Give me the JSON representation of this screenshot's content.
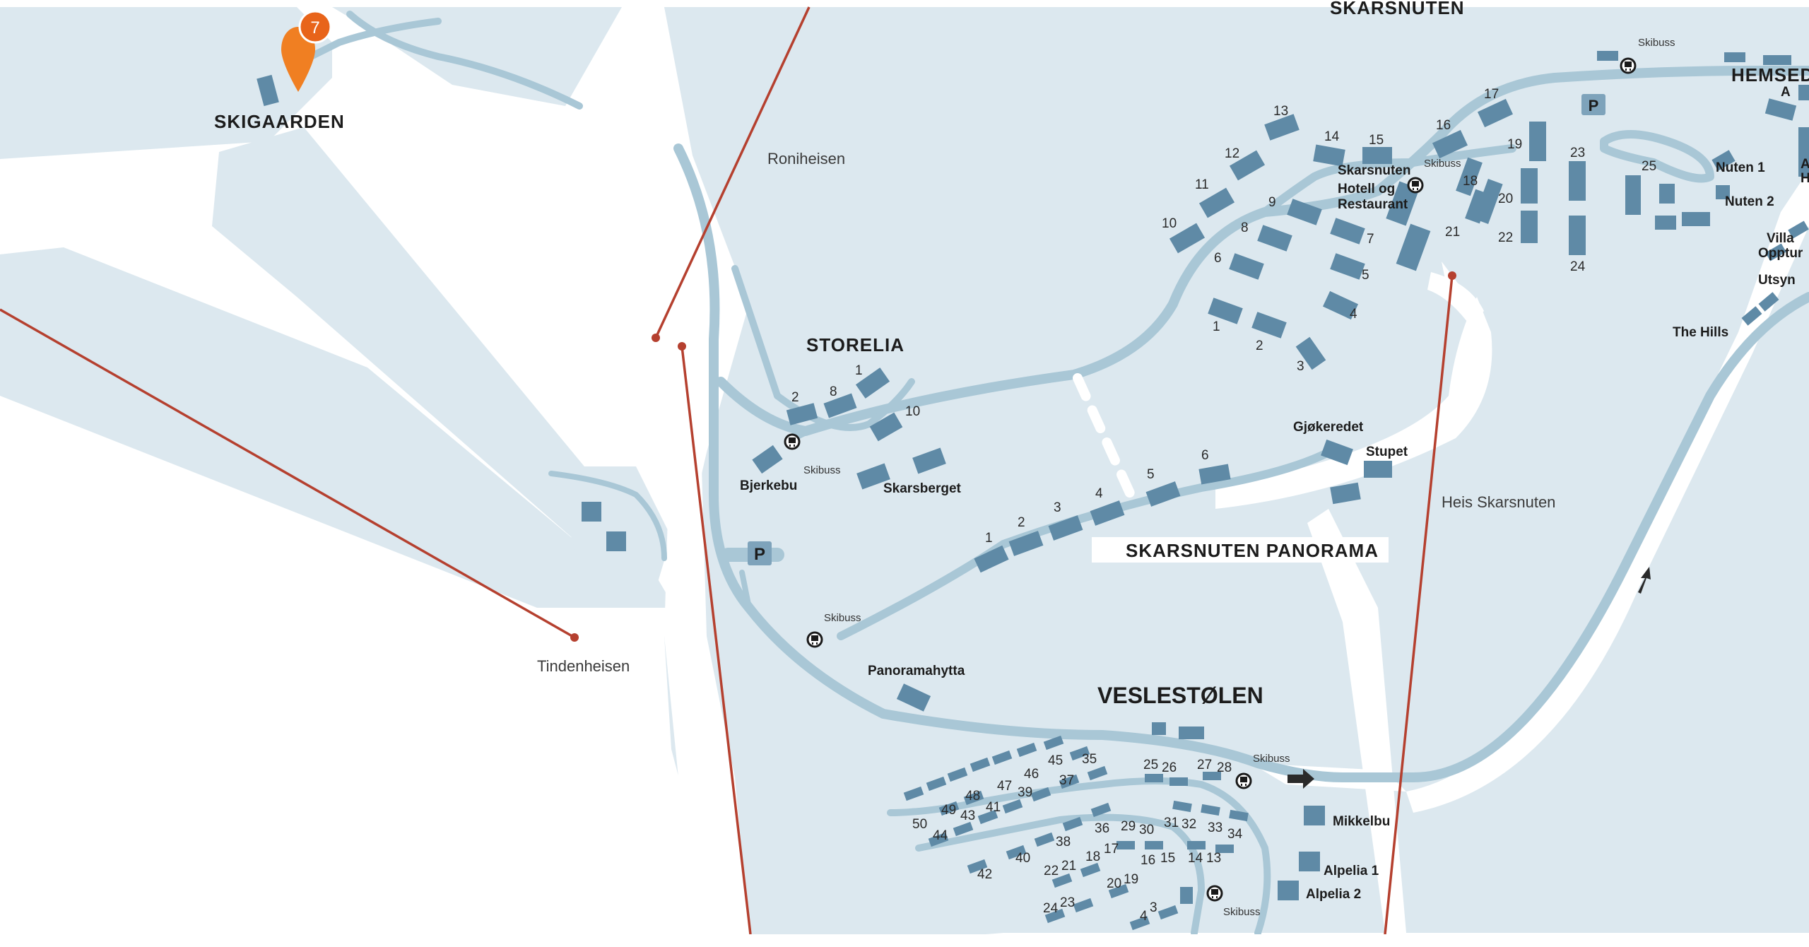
{
  "areas": {
    "skigaarden": "SKIGAARDEN",
    "skarsnuten_top": "SKARSNUTEN",
    "hemsedal": "HEMSED",
    "storelia": "STORELIA",
    "skarsnuten_panorama": "SKARSNUTEN PANORAMA",
    "veslestolen": "VESLESTØLEN"
  },
  "lifts": {
    "roniheisen": "Roniheisen",
    "tindenheisen": "Tindenheisen",
    "heis_skarsnuten": "Heis Skarsnuten"
  },
  "places": {
    "bjerkebu": "Bjerkebu",
    "skarsberget": "Skarsberget",
    "gjokeredet": "Gjøkeredet",
    "stupet": "Stupet",
    "panoramahytta": "Panoramahytta",
    "mikkelbu": "Mikkelbu",
    "alpelia1": "Alpelia 1",
    "alpelia2": "Alpelia 2",
    "nuten1": "Nuten 1",
    "nuten2": "Nuten 2",
    "villa": "Villa",
    "opptur": "Opptur",
    "utsyn": "Utsyn",
    "the_hills": "The Hills",
    "hotel_1": "Skarsnuten",
    "hotel_2": "Hotell og",
    "hotel_3": "Restaurant",
    "edge_a": "A",
    "edge_a2": "A",
    "edge_h": "H"
  },
  "bus": {
    "label": "Skibuss"
  },
  "parking": {
    "label": "P"
  },
  "marker": {
    "number": "7",
    "color": "#f07f22"
  },
  "numbers": {
    "sk_1": "1",
    "sk_2": "2",
    "sk_3": "3",
    "sk_4": "4",
    "sk_5": "5",
    "sk_6": "6",
    "sk_7": "7",
    "sk_8": "8",
    "sk_9": "9",
    "sk_10": "10",
    "sk_11": "11",
    "sk_12": "12",
    "sk_13": "13",
    "sk_14": "14",
    "sk_15": "15",
    "sk_16": "16",
    "sk_17": "17",
    "sk_18": "18",
    "sk_19": "19",
    "sk_20": "20",
    "sk_21": "21",
    "sk_22": "22",
    "sk_23": "23",
    "sk_24": "24",
    "sk_25": "25",
    "st_1": "1",
    "st_2": "2",
    "st_8": "8",
    "st_10": "10",
    "pa_1": "1",
    "pa_2": "2",
    "pa_3": "3",
    "pa_4": "4",
    "pa_5": "5",
    "pa_6": "6",
    "v_45": "45",
    "v_35": "35",
    "v_46": "46",
    "v_47": "47",
    "v_39": "39",
    "v_37": "37",
    "v_48": "48",
    "v_49": "49",
    "v_43": "43",
    "v_41": "41",
    "v_50": "50",
    "v_44": "44",
    "v_38": "38",
    "v_36": "36",
    "v_29": "29",
    "v_30": "30",
    "v_31": "31",
    "v_32": "32",
    "v_33": "33",
    "v_34": "34",
    "v_40": "40",
    "v_42": "42",
    "v_22": "22",
    "v_21": "21",
    "v_18": "18",
    "v_17": "17",
    "v_16": "16",
    "v_15": "15",
    "v_14": "14",
    "v_13": "13",
    "v_20": "20",
    "v_19": "19",
    "v_24": "24",
    "v_23": "23",
    "v_4": "4",
    "v_3": "3",
    "v_25": "25",
    "v_26": "26",
    "v_27": "27",
    "v_28": "28"
  },
  "colors": {
    "terrain": "#dce8ef",
    "road": "#a9c7d6",
    "building": "#5f8aa6",
    "lift_line": "#b5402f",
    "marker": "#f07f22"
  }
}
